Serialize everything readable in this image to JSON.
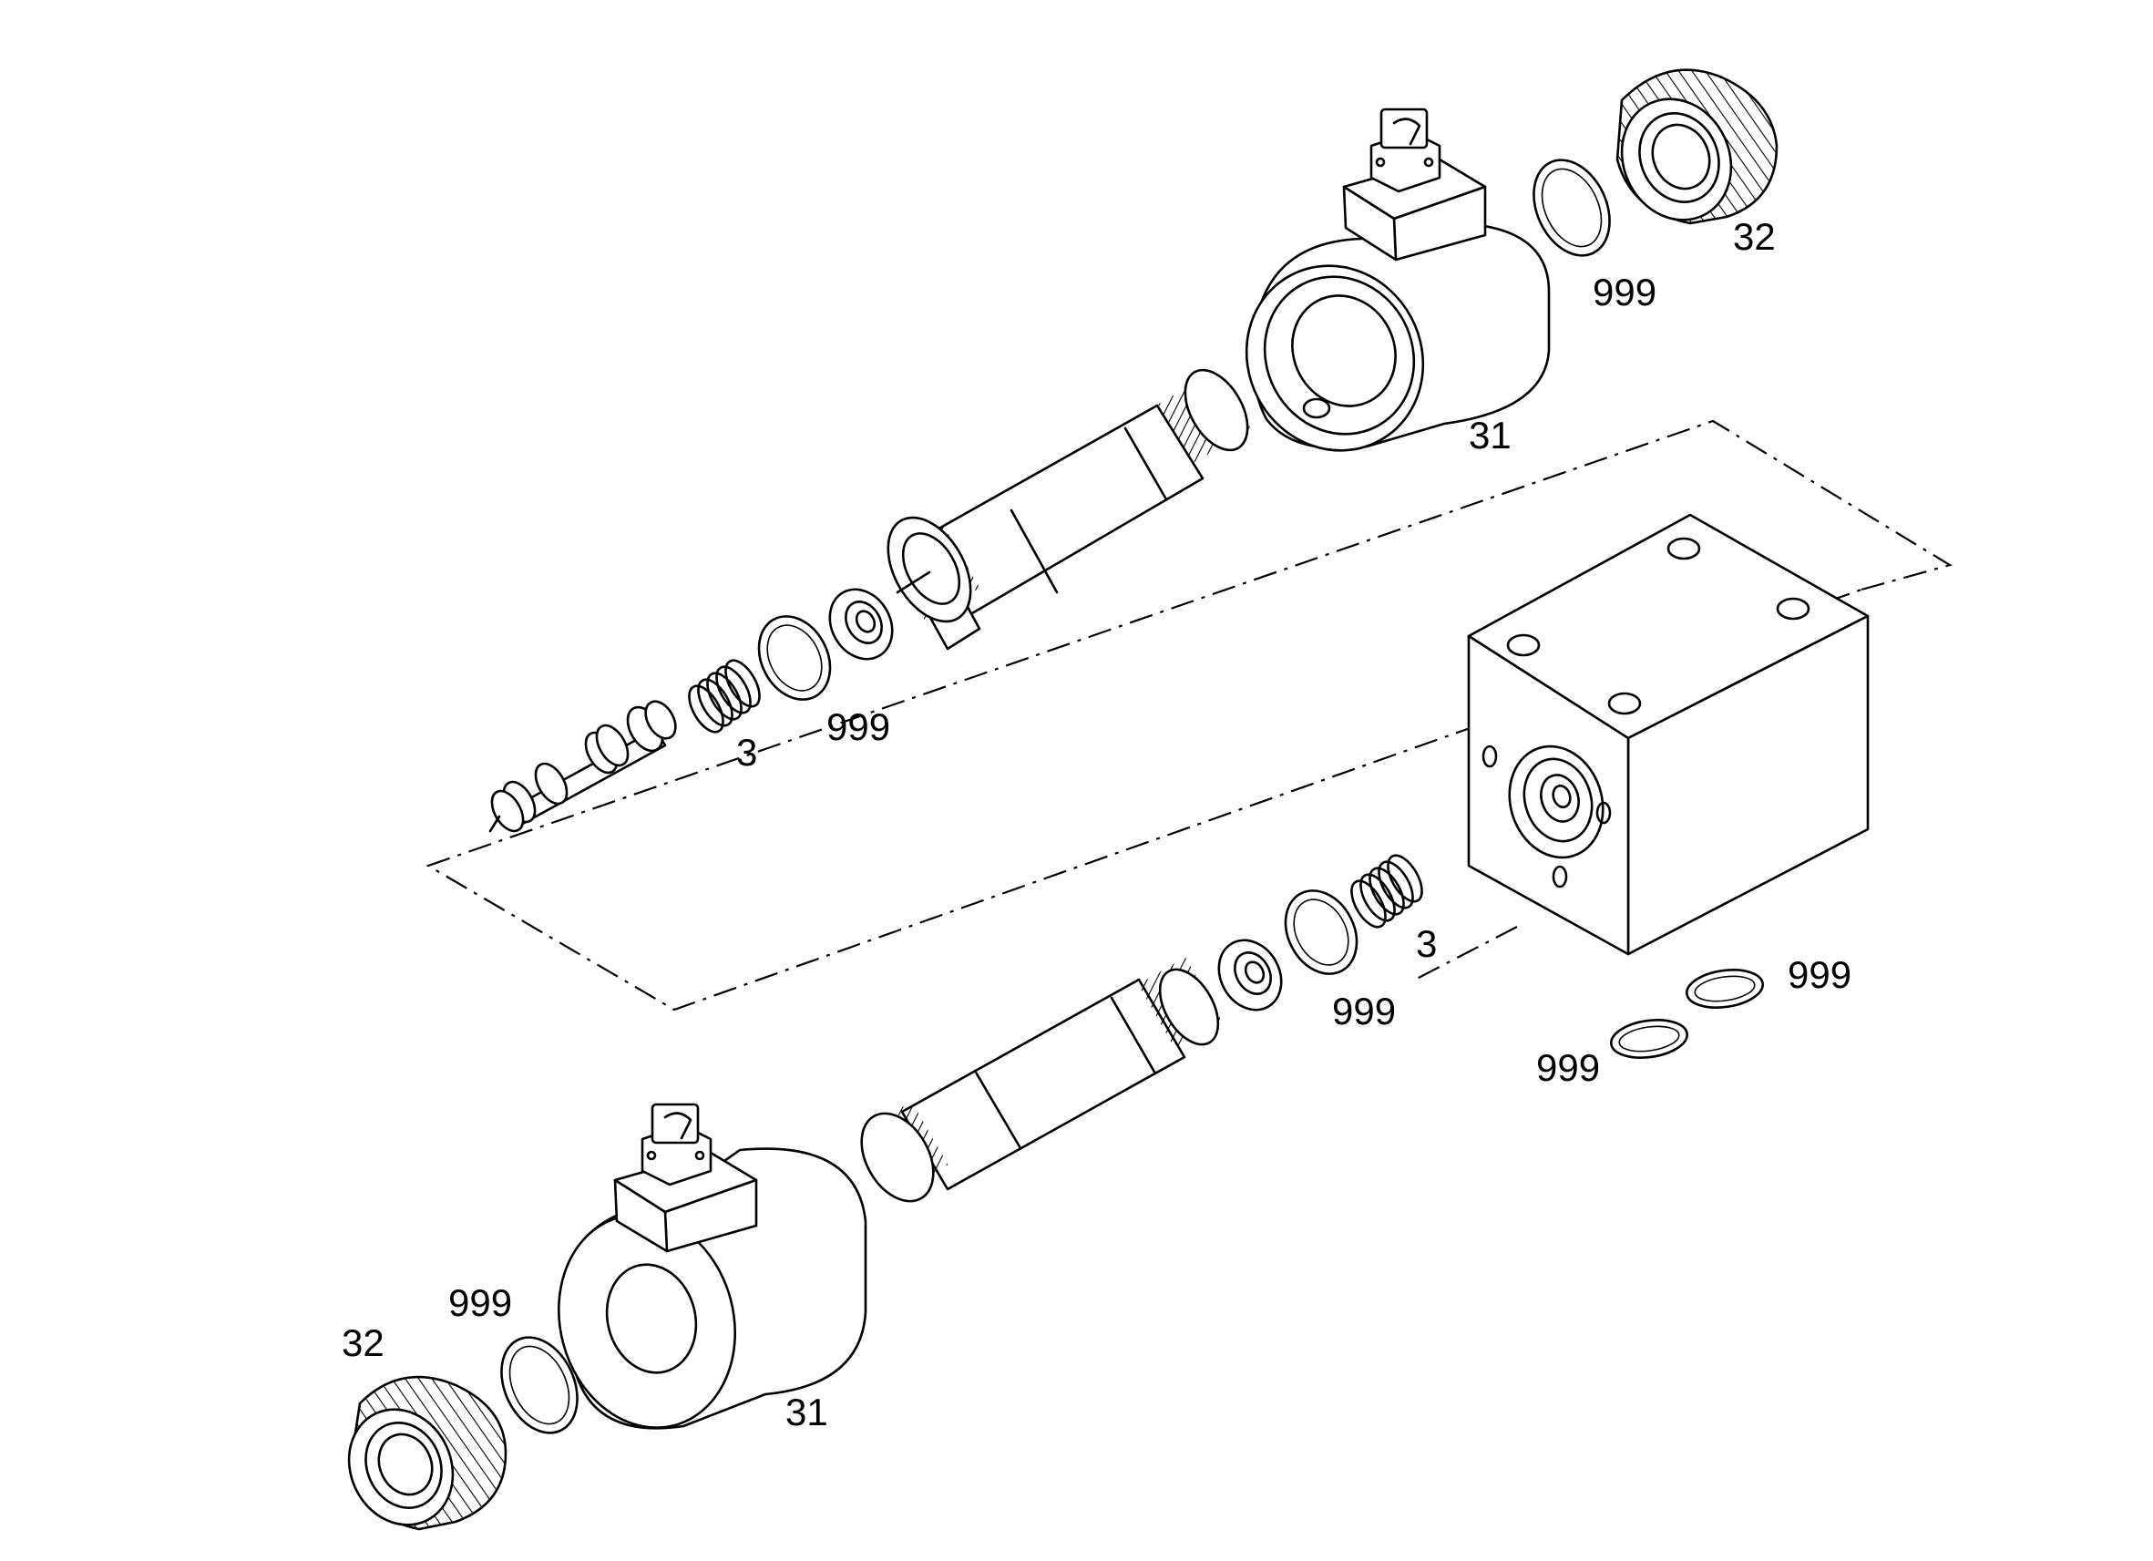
{
  "labels": {
    "upper_31": "31",
    "upper_32": "32",
    "upper_999_oring": "999",
    "upper_3": "3",
    "upper_999_seal": "999",
    "lower_31": "31",
    "lower_32": "32",
    "lower_999_oring": "999",
    "lower_3": "3",
    "lower_999_seal": "999",
    "block_999_right": "999",
    "block_999_left": "999"
  },
  "colors": {
    "line": "#000000",
    "background": "#ffffff"
  }
}
